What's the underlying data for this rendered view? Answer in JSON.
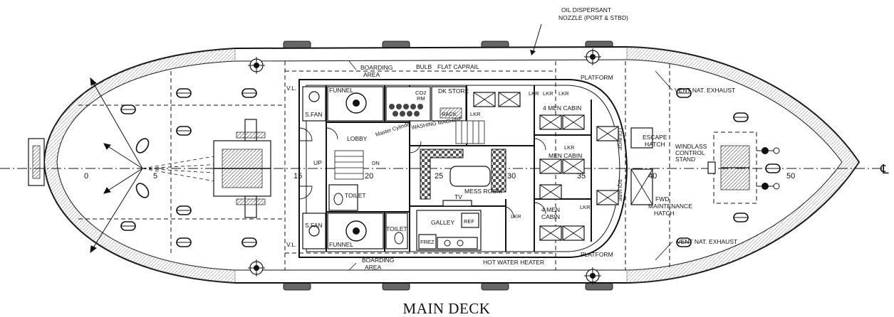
{
  "title": "MAIN DECK",
  "callout": {
    "line1": "OIL DISPERSANT",
    "line2": "NOZZLE (PORT & STBD)"
  },
  "frame_numbers": [
    "0",
    "5",
    "15",
    "20",
    "25",
    "30",
    "35",
    "40",
    "50"
  ],
  "centerline_symbol": "℄",
  "labels": {
    "boarding_top": "BOARDING",
    "area_top": "AREA",
    "bulb": "BULB",
    "flat_capral": "FLAT CAPRAIL",
    "platform_top": "PLATFORM",
    "vent_top": "VENT NAT. EXHAUST",
    "vl_top": "V.L.",
    "sfan_top": "S.FAN",
    "funnel_top": "FUNNEL",
    "co2_line1": "CO2",
    "co2_line2": "RM",
    "dk_store": "DK STORE",
    "rack": "RACK",
    "lkr_1": "LKR",
    "lkr_2": "LKR",
    "lkr_3": "LKR",
    "lkr_4": "LKR",
    "lkr_5": "LKR",
    "lkr_6": "LKR",
    "lkr_7": "LKR",
    "cabin_4men_top": "4 MEN CABIN",
    "cabin_men_mid": "MEN CABIN",
    "cabin_4men_bot_1": "4 MEN",
    "cabin_4men_bot_2": "CABIN",
    "lobby": "LOBBY",
    "master_cylinder": "Master Cylinder",
    "washing_machine": "WASHING MACHINE",
    "up": "UP",
    "dn": "DN",
    "toilet_1": "TOILET",
    "toilet_2": "TOILET",
    "mess_room": "MESS ROOM",
    "tv": "TV",
    "galley": "GALLEY",
    "ref": "REF",
    "frez": "FREZ",
    "hot_water_heater": "HOT WATER HEATER",
    "lounge": "LOUNGE",
    "escape_1": "ESCAPE",
    "escape_2": "HATCH",
    "windlass_1": "WINDLASS",
    "windlass_2": "CONTROL",
    "windlass_3": "STAND",
    "maint_1": "FWD",
    "maint_2": "MAINTENANCE",
    "maint_3": "HATCH",
    "square": "SQUARE",
    "vl_bot": "V.L.",
    "sfan_bot": "S.FAN",
    "funnel_bot": "FUNNEL",
    "boarding_bot": "BOARDING",
    "area_bot": "AREA",
    "platform_bot": "PLATFORM",
    "vent_bot": "VENT NAT. EXHAUST"
  }
}
